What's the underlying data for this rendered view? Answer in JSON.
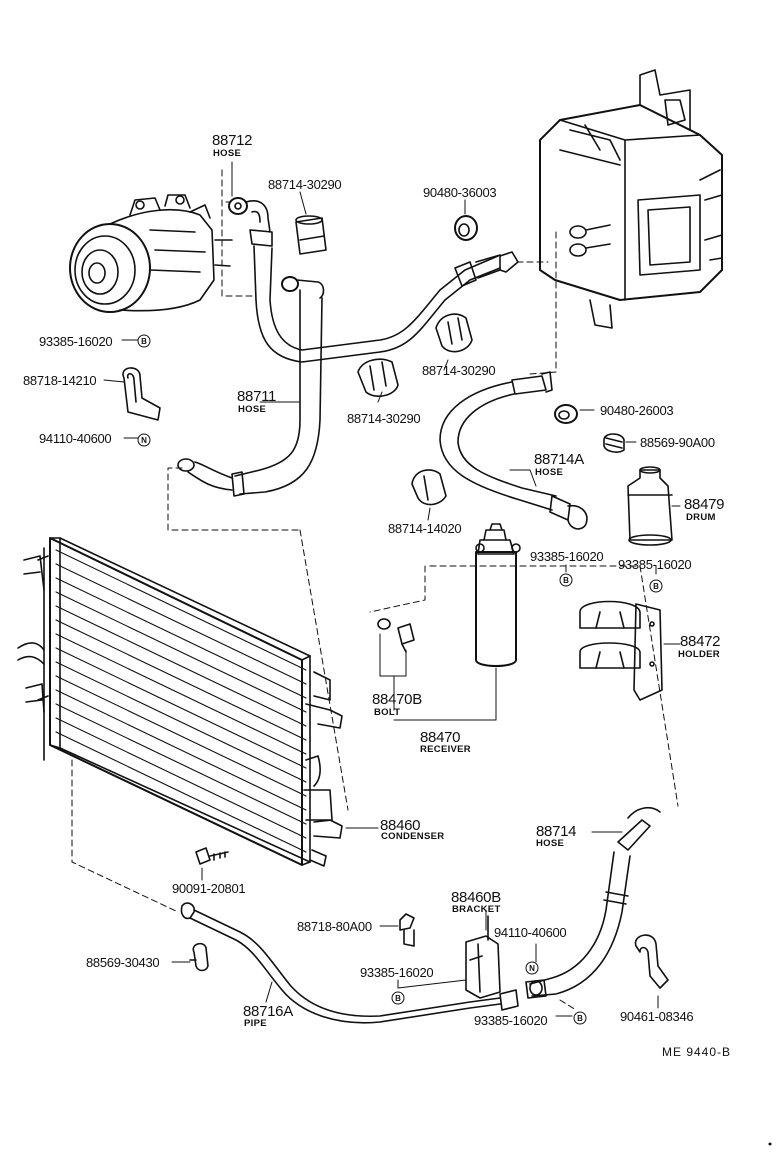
{
  "parts": {
    "hose_88712": {
      "number": "88712",
      "name": "HOSE"
    },
    "cushion_a": {
      "number": "88714-30290"
    },
    "grommet_a": {
      "number": "90480-36003"
    },
    "plug_a": {
      "number": "93385-16020",
      "symbol": "B"
    },
    "clamp_a": {
      "number": "88718-14210"
    },
    "hose_88711": {
      "number": "88711",
      "name": "HOSE"
    },
    "nut_a": {
      "number": "94110-40600",
      "symbol": "N"
    },
    "cushion_b": {
      "number": "88714-30290"
    },
    "cushion_c": {
      "number": "88714-30290"
    },
    "grommet_b": {
      "number": "90480-26003"
    },
    "clamp_b": {
      "number": "88569-90A00"
    },
    "hose_88714a": {
      "number": "88714A",
      "name": "HOSE"
    },
    "drum": {
      "number": "88479",
      "name": "DRUM"
    },
    "cushion_d": {
      "number": "88714-14020"
    },
    "plug_b": {
      "number": "93385-16020",
      "symbol": "B"
    },
    "plug_c": {
      "number": "93385-16020",
      "symbol": "B"
    },
    "holder": {
      "number": "88472",
      "name": "HOLDER"
    },
    "bolt": {
      "number": "88470B",
      "name": "BOLT"
    },
    "receiver": {
      "number": "88470",
      "name": "RECEIVER"
    },
    "condenser": {
      "number": "88460",
      "name": "CONDENSER"
    },
    "hose_88714": {
      "number": "88714",
      "name": "HOSE"
    },
    "screw": {
      "number": "90091-20801"
    },
    "bracket": {
      "number": "88460B",
      "name": "BRACKET"
    },
    "clamp_c": {
      "number": "88718-80A00"
    },
    "nut_b": {
      "number": "94110-40600",
      "symbol": "N"
    },
    "clamp_d": {
      "number": "88569-30430"
    },
    "plug_d": {
      "number": "93385-16020",
      "symbol": "B"
    },
    "pipe": {
      "number": "88716A",
      "name": "PIPE"
    },
    "plug_e": {
      "number": "93385-16020",
      "symbol": "B"
    },
    "clamp_e": {
      "number": "90461-08346"
    }
  },
  "reference": "ME  9440-B"
}
